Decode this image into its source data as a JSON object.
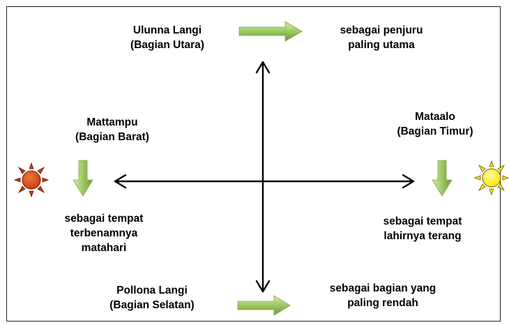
{
  "colors": {
    "arrow_green_light": "#b8d88a",
    "arrow_green_dark": "#6f9a38",
    "axis_black": "#000000",
    "sun_west_fill": "#d84a1b",
    "sun_east_fill": "#ffee00"
  },
  "north": {
    "title": "Ulunna Langi",
    "subtitle": "(Bagian Utara)",
    "desc_line1": "sebagai penjuru",
    "desc_line2": "paling utama"
  },
  "west": {
    "title": "Mattampu",
    "subtitle": "(Bagian Barat)",
    "desc_line1": "sebagai tempat",
    "desc_line2": "terbenamnya",
    "desc_line3": "matahari"
  },
  "east": {
    "title": "Mataalo",
    "subtitle": "(Bagian Timur)",
    "desc_line1": "sebagai tempat",
    "desc_line2": "lahirnya terang"
  },
  "south": {
    "title": "Pollona Langi",
    "subtitle": "(Bagian Selatan)",
    "desc_line1": "sebagai bagian yang",
    "desc_line2": "paling rendah"
  },
  "icons": {
    "west_sun": "sun-icon",
    "east_sun": "sun-icon"
  }
}
